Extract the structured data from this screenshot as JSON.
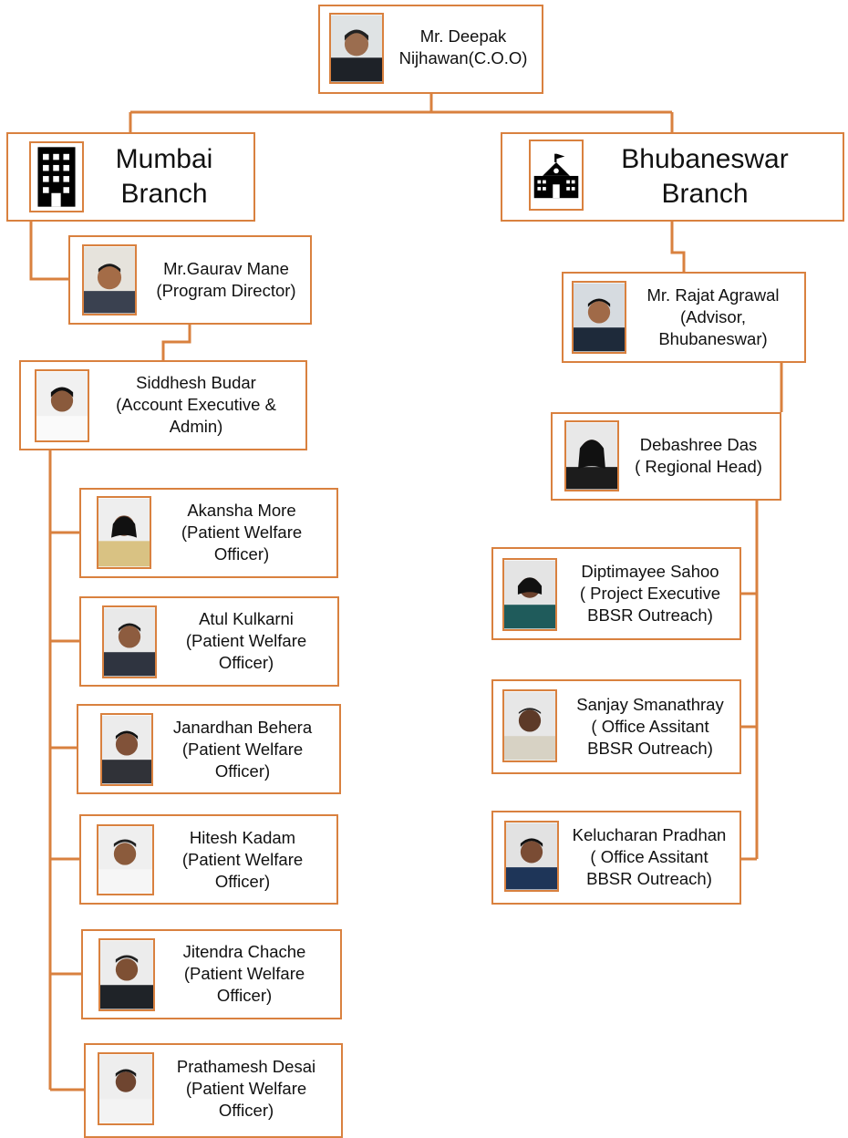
{
  "colors": {
    "accent": "#d9813f",
    "text": "#111111",
    "background": "#ffffff"
  },
  "coo": {
    "line1": "Mr. Deepak",
    "line2": "Nijhawan(C.O.O)"
  },
  "branches": {
    "mumbai": {
      "line1": "Mumbai",
      "line2": "Branch",
      "icon": "office-building-icon"
    },
    "bhubaneswar": {
      "line1": "Bhubaneswar",
      "line2": "Branch",
      "icon": "school-building-icon"
    }
  },
  "mumbai": {
    "director": {
      "line1": "Mr.Gaurav Mane",
      "line2": "(Program Director)"
    },
    "account": {
      "line1": "Siddhesh Budar",
      "line2": "(Account Executive &",
      "line3": "Admin)"
    },
    "officers": [
      {
        "line1": "Akansha More",
        "line2": "(Patient Welfare",
        "line3": "Officer)"
      },
      {
        "line1": "Atul Kulkarni",
        "line2": "(Patient Welfare",
        "line3": "Officer)"
      },
      {
        "line1": "Janardhan Behera",
        "line2": "(Patient Welfare",
        "line3": "Officer)"
      },
      {
        "line1": "Hitesh Kadam",
        "line2": "(Patient Welfare",
        "line3": "Officer)"
      },
      {
        "line1": "Jitendra Chache",
        "line2": "(Patient Welfare",
        "line3": "Officer)"
      },
      {
        "line1": "Prathamesh Desai",
        "line2": "(Patient Welfare",
        "line3": "Officer)"
      }
    ]
  },
  "bhubaneswar": {
    "advisor": {
      "line1": "Mr. Rajat Agrawal",
      "line2": "(Advisor,",
      "line3": "Bhubaneswar)"
    },
    "regional": {
      "line1": "Debashree Das",
      "line2": "( Regional Head)"
    },
    "staff": [
      {
        "line1": "Diptimayee Sahoo",
        "line2": "( Project Executive",
        "line3": "BBSR Outreach)"
      },
      {
        "line1": "Sanjay Smanathray",
        "line2": " ( Office Assitant",
        "line3": "BBSR Outreach)"
      },
      {
        "line1": "Kelucharan Pradhan",
        "line2": " ( Office Assitant",
        "line3": "BBSR Outreach)"
      }
    ]
  }
}
